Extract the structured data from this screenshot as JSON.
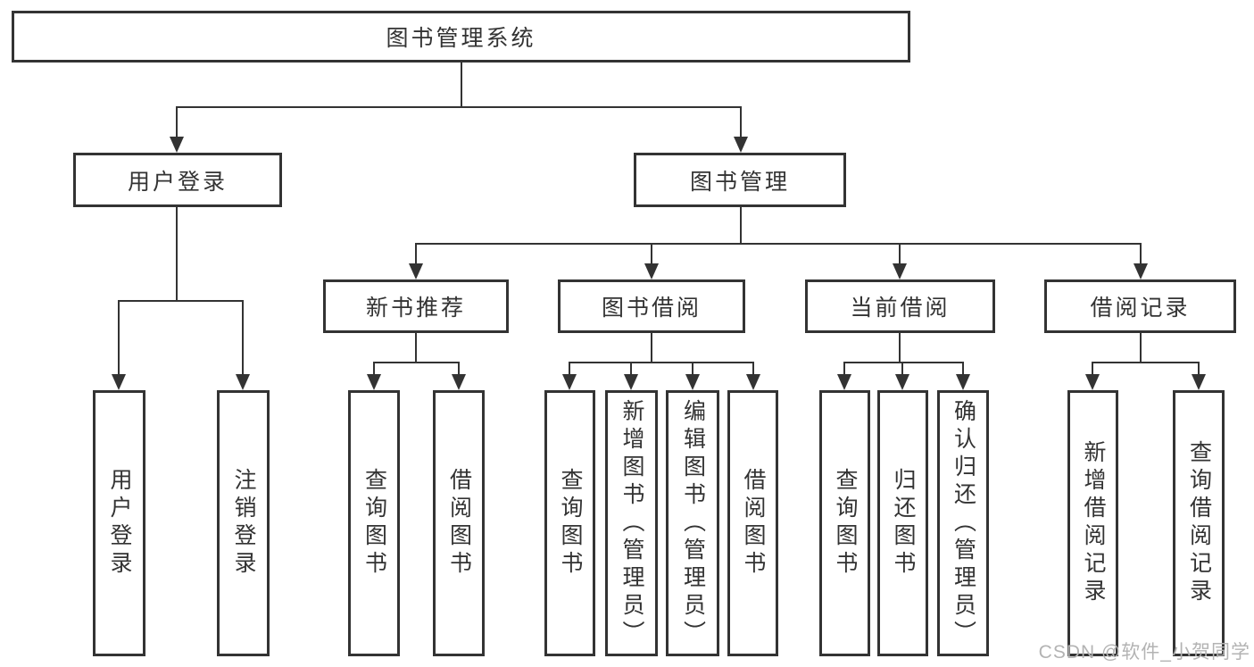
{
  "diagram_type": "hierarchy-tree",
  "tree": {
    "root": {
      "label": "图书管理系统",
      "children": [
        {
          "label": "用户登录",
          "children": [
            {
              "label": "用户登录"
            },
            {
              "label": "注销登录"
            }
          ]
        },
        {
          "label": "图书管理",
          "children": [
            {
              "label": "新书推荐",
              "children": [
                {
                  "label": "查询图书"
                },
                {
                  "label": "借阅图书"
                }
              ]
            },
            {
              "label": "图书借阅",
              "children": [
                {
                  "label": "查询图书"
                },
                {
                  "label": "新增图书（管理员）"
                },
                {
                  "label": "编辑图书（管理员）"
                },
                {
                  "label": "借阅图书"
                }
              ]
            },
            {
              "label": "当前借阅",
              "children": [
                {
                  "label": "查询图书"
                },
                {
                  "label": "归还图书"
                },
                {
                  "label": "确认归还（管理员）"
                }
              ]
            },
            {
              "label": "借阅记录",
              "children": [
                {
                  "label": "新增借阅记录"
                },
                {
                  "label": "查询借阅记录"
                }
              ]
            }
          ]
        }
      ]
    }
  },
  "watermark": "CSDN @软件_小贺同学",
  "colors": {
    "line": "#333333",
    "text": "#333333",
    "box_fill": "#ffffff",
    "background": "#ffffff",
    "watermark": "#b3b3b3"
  }
}
